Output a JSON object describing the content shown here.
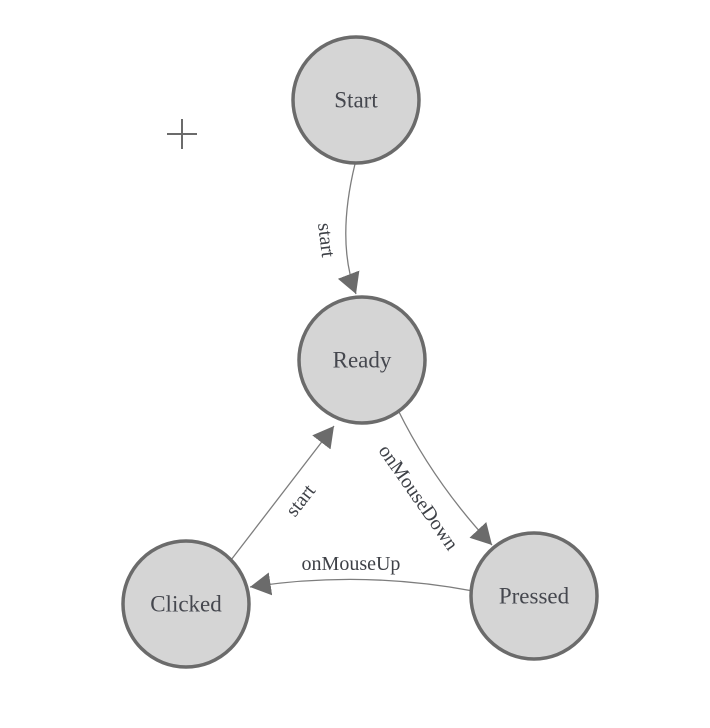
{
  "app": {
    "canvas_background": "#ffffff"
  },
  "colors": {
    "node_fill": "#d5d5d5",
    "node_stroke": "#6b6b6b",
    "edge_line": "#7d7d7d",
    "arrowhead": "#6b6b6b",
    "node_label_text": "#45474e",
    "edge_label_text": "#3e4147",
    "crosshair": "#6b6b6b"
  },
  "diagram": {
    "type": "state-machine",
    "origin_marker": "crosshair-icon",
    "nodes": [
      {
        "id": "start",
        "label": "Start"
      },
      {
        "id": "ready",
        "label": "Ready"
      },
      {
        "id": "clicked",
        "label": "Clicked"
      },
      {
        "id": "pressed",
        "label": "Pressed"
      }
    ],
    "edges": [
      {
        "from": "start",
        "to": "ready",
        "label": "start"
      },
      {
        "from": "clicked",
        "to": "ready",
        "label": "start"
      },
      {
        "from": "ready",
        "to": "pressed",
        "label": "onMouseDown"
      },
      {
        "from": "pressed",
        "to": "clicked",
        "label": "onMouseUp"
      }
    ]
  }
}
